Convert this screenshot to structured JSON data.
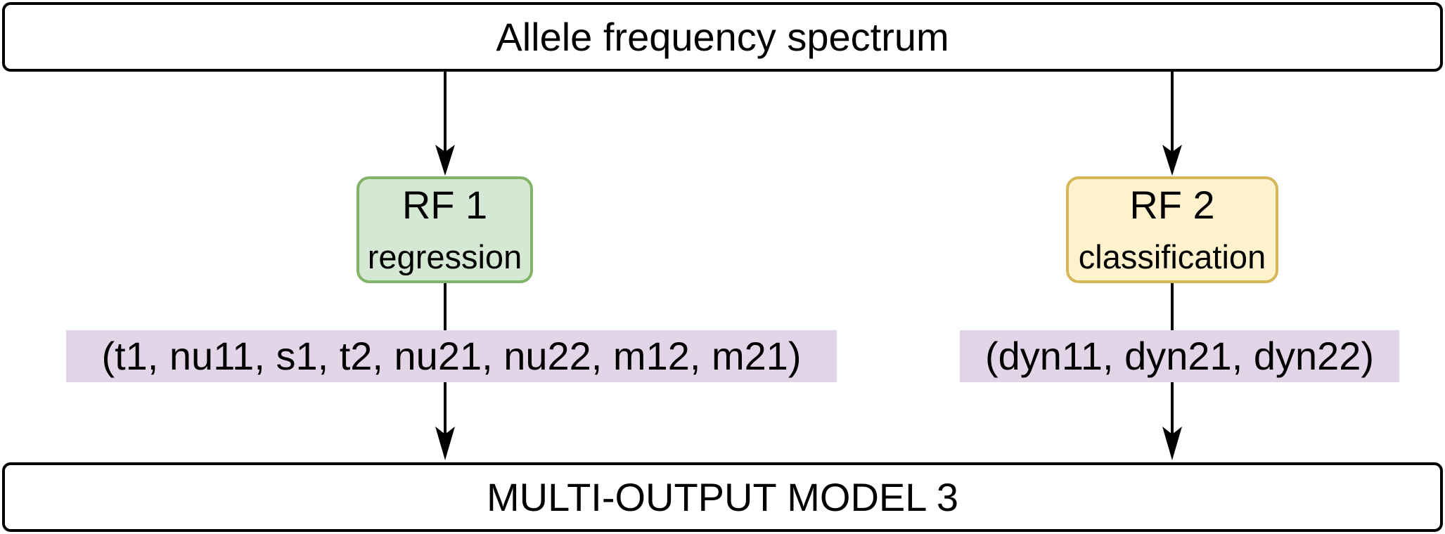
{
  "diagram": {
    "input_node": {
      "label": "Allele frequency spectrum"
    },
    "rf1": {
      "title": "RF 1",
      "subtitle": "regression"
    },
    "rf2": {
      "title": "RF 2",
      "subtitle": "classification"
    },
    "rf1_outputs": {
      "label": "(t1, nu11, s1, t2, nu21, nu22, m12, m21)"
    },
    "rf2_outputs": {
      "label": "(dyn11, dyn21, dyn22)"
    },
    "output_node": {
      "label": "MULTI-OUTPUT MODEL 3"
    },
    "colors": {
      "stroke": "#000000",
      "rf1_fill": "#d5e8d4",
      "rf1_border": "#82b366",
      "rf2_fill": "#fff2cc",
      "rf2_border": "#d6b656",
      "param_fill": "#e1d5e7"
    }
  }
}
